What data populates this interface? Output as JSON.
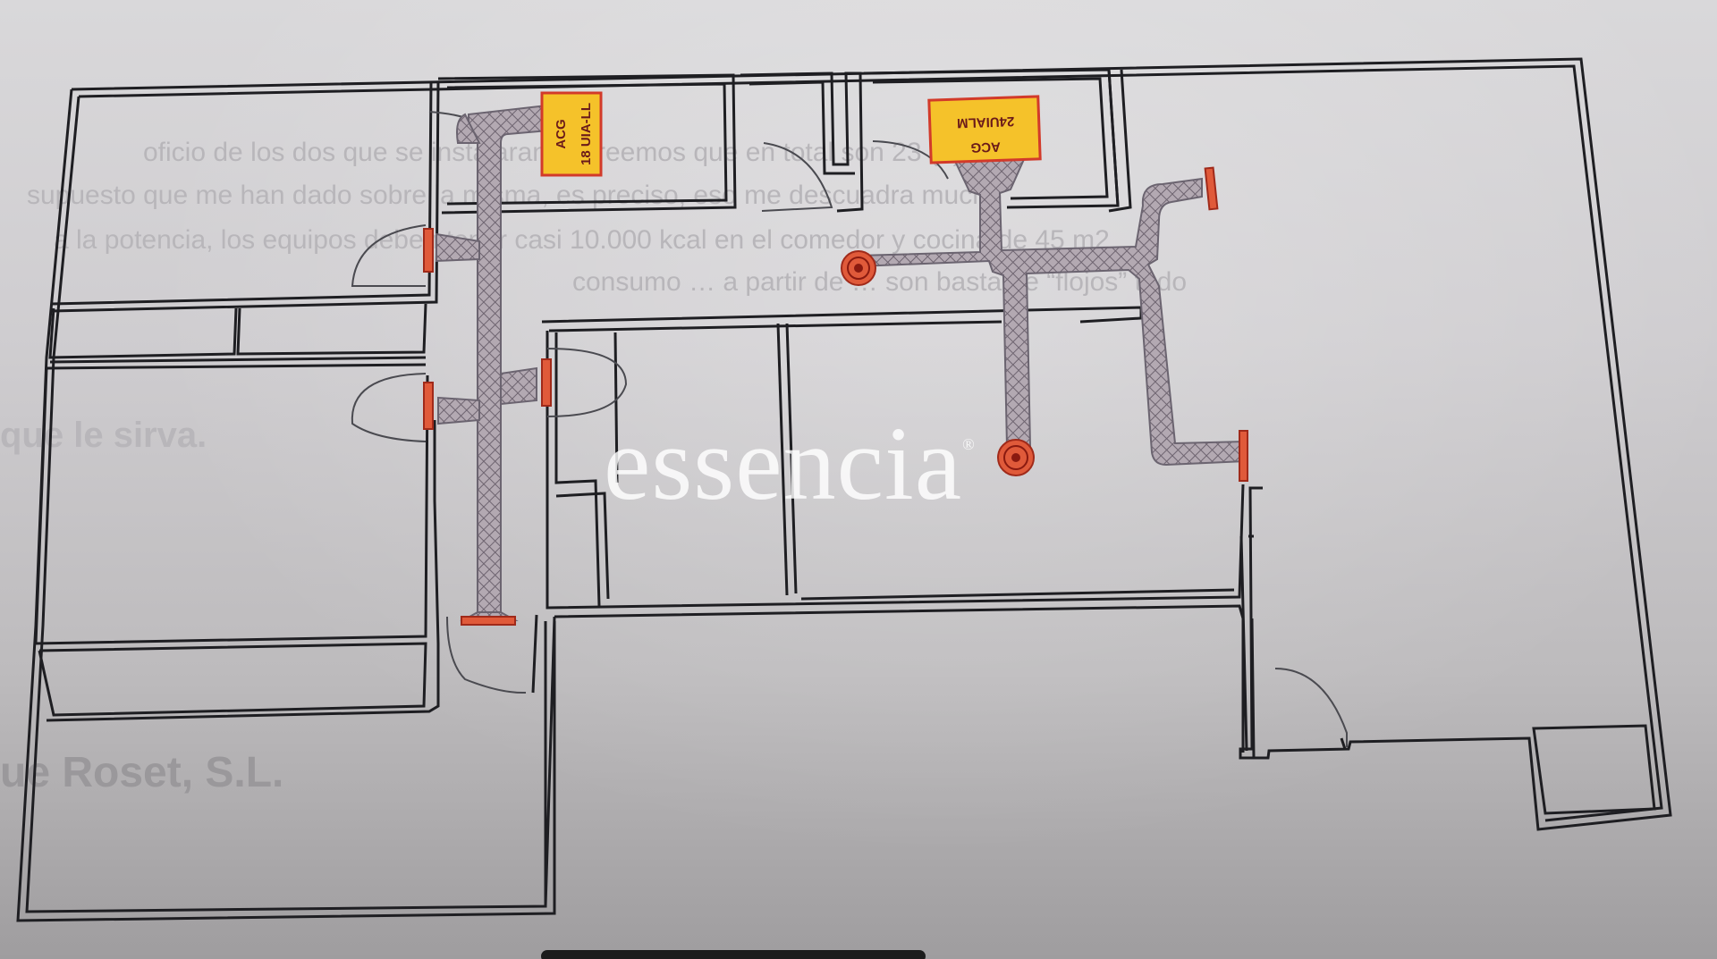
{
  "background_text": {
    "line1": "oficio de los dos que se instalaran, y creemos que en total son 23 (?)",
    "line2": "supuesto que me han dado sobre la misma, es preciso, eso me descuadra mucho",
    "line3": "a la potencia, los equipos deben tener casi 10.000 kcal en el comedor y cocina de 45 m2",
    "line4": "consumo … a partir de … son bastante “flojos” todo",
    "line5": "que le sirva.",
    "line6": "ue Roset, S.L."
  },
  "units": {
    "left_unit_line1": "ACG",
    "left_unit_line2": "18 UIA-LL",
    "right_unit_line1": "ACG",
    "right_unit_line2": "24UIALM"
  },
  "watermark": {
    "brand": "essencia",
    "mark": "®"
  },
  "colors": {
    "duct": "#9a8f99",
    "grille": "#e05a3a",
    "unit_fill": "#f5c22a",
    "unit_border": "#d23a2a",
    "wall": "#1e1e22"
  }
}
